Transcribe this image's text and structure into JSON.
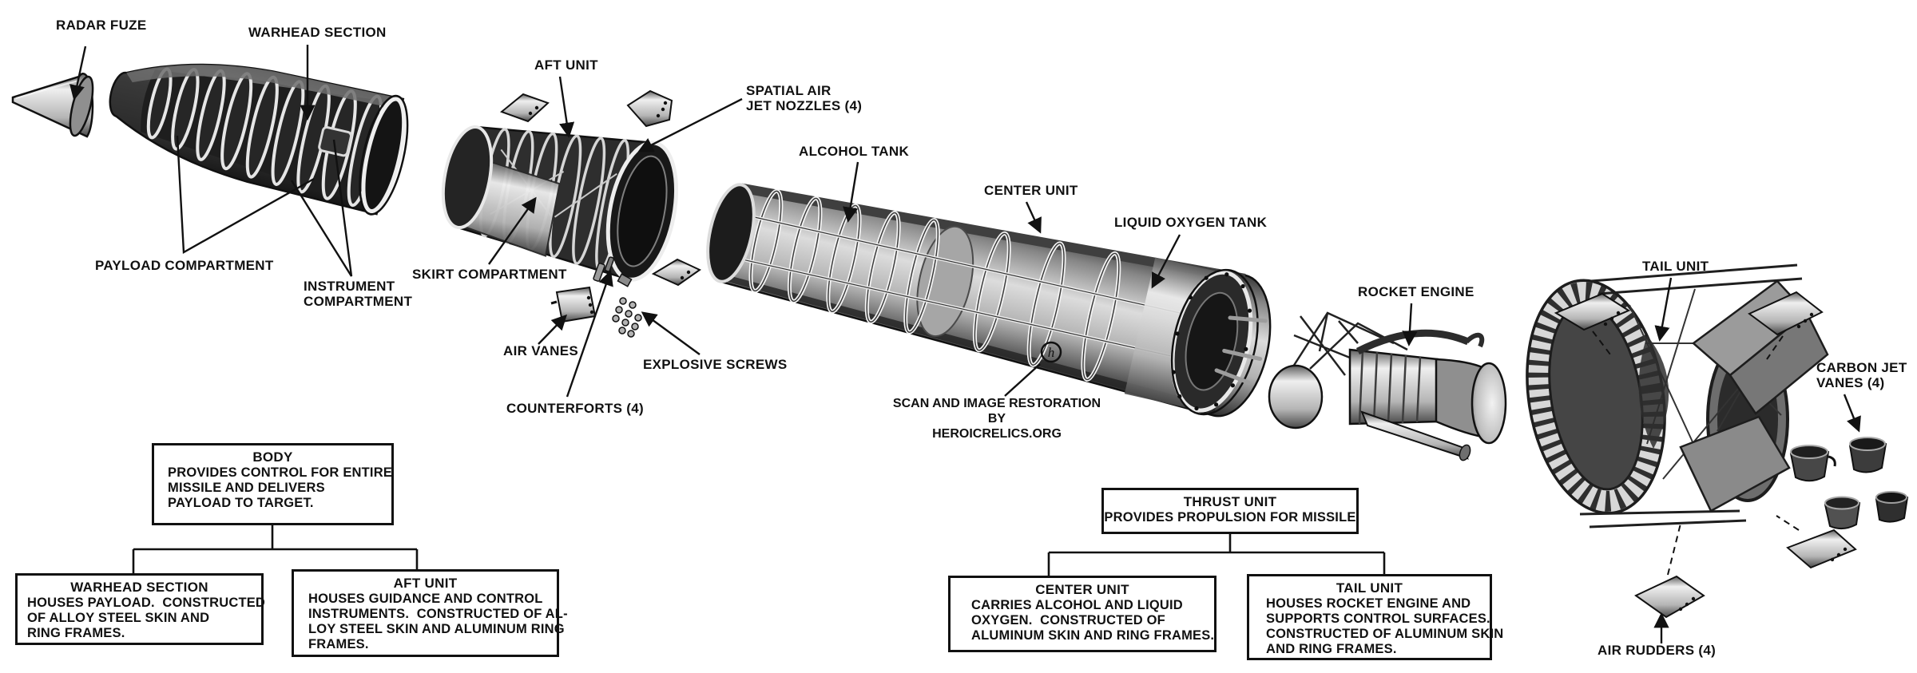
{
  "colors": {
    "background": "#ffffff",
    "ink": "#111111"
  },
  "callouts": {
    "radar_fuze": "RADAR FUZE",
    "warhead_section": "WARHEAD SECTION",
    "aft_unit": "AFT UNIT",
    "spatial_air_jet_nozzles": "SPATIAL AIR\nJET NOZZLES (4)",
    "alcohol_tank": "ALCOHOL TANK",
    "center_unit": "CENTER UNIT",
    "liquid_oxygen_tank": "LIQUID OXYGEN TANK",
    "rocket_engine": "ROCKET ENGINE",
    "tail_unit": "TAIL UNIT",
    "carbon_jet_vanes": "CARBON JET\nVANES (4)",
    "payload_compartment": "PAYLOAD COMPARTMENT",
    "instrument_compartment": "INSTRUMENT\nCOMPARTMENT",
    "skirt_compartment": "SKIRT COMPARTMENT",
    "air_vanes": "AIR VANES",
    "explosive_screws": "EXPLOSIVE SCREWS",
    "counterforts": "COUNTERFORTS (4)",
    "air_rudders": "AIR RUDDERS (4)"
  },
  "credit": {
    "text": "SCAN AND IMAGE RESTORATION\nBY\nHEROICRELICS.ORG",
    "logo_letter": "h"
  },
  "org_charts": {
    "body": {
      "root": {
        "title": "BODY",
        "body": "PROVIDES CONTROL FOR ENTIRE\nMISSILE AND DELIVERS\nPAYLOAD TO TARGET."
      },
      "children": [
        {
          "title": "WARHEAD SECTION",
          "body": "HOUSES PAYLOAD.  CONSTRUCTED\nOF ALLOY STEEL SKIN AND\nRING FRAMES."
        },
        {
          "title": "AFT UNIT",
          "body": "HOUSES GUIDANCE AND CONTROL\nINSTRUMENTS.  CONSTRUCTED OF AL-\nLOY STEEL SKIN AND ALUMINUM RING\nFRAMES."
        }
      ]
    },
    "thrust": {
      "root": {
        "title": "THRUST UNIT",
        "body": "PROVIDES PROPULSION FOR MISSILE"
      },
      "children": [
        {
          "title": "CENTER UNIT",
          "body": "CARRIES ALCOHOL AND LIQUID\nOXYGEN.  CONSTRUCTED OF\nALUMINUM SKIN AND RING FRAMES."
        },
        {
          "title": "TAIL UNIT",
          "body": "HOUSES ROCKET ENGINE AND\nSUPPORTS CONTROL SURFACES.\nCONSTRUCTED OF ALUMINUM SKIN\nAND RING FRAMES."
        }
      ]
    }
  }
}
